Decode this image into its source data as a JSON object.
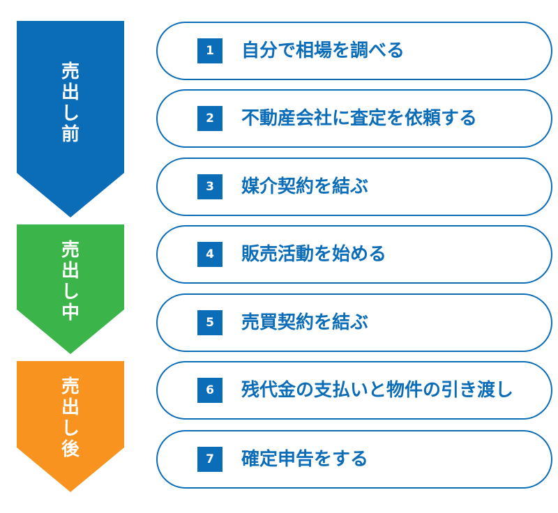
{
  "phases": [
    {
      "chars": [
        "売",
        "出",
        "し",
        "前"
      ],
      "color": "#0b6cb8"
    },
    {
      "chars": [
        "売",
        "出",
        "し",
        "中"
      ],
      "color": "#3bb54a"
    },
    {
      "chars": [
        "売",
        "出",
        "し",
        "後"
      ],
      "color": "#f7931e"
    }
  ],
  "steps": [
    {
      "num": "1",
      "label": "自分で相場を調べる"
    },
    {
      "num": "2",
      "label": "不動産会社に査定を依頼する"
    },
    {
      "num": "3",
      "label": "媒介契約を結ぶ"
    },
    {
      "num": "4",
      "label": "販売活動を始める"
    },
    {
      "num": "5",
      "label": "売買契約を結ぶ"
    },
    {
      "num": "6",
      "label": "残代金の支払いと物件の引き渡し"
    },
    {
      "num": "7",
      "label": "確定申告をする"
    }
  ],
  "colors": {
    "step_border": "#0b6cb8",
    "step_text": "#0b6cb8",
    "number_box": "#0b6cb8"
  }
}
